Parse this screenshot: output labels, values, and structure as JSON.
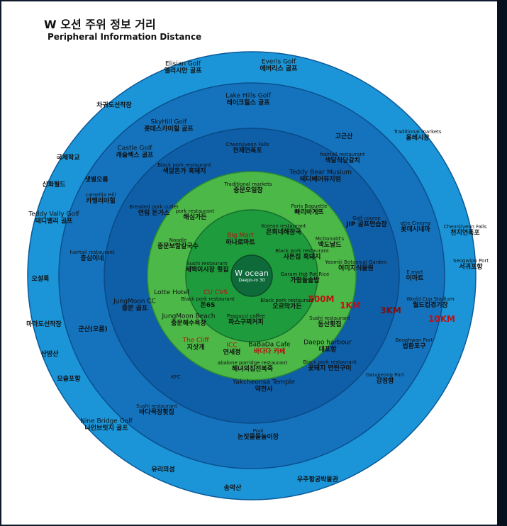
{
  "title": {
    "korean": "W 오션 주위 정보 거리",
    "english": "Peripheral Information Distance"
  },
  "center": {
    "name": "W ocean",
    "address": "Daepo-ro 30"
  },
  "colors": {
    "ring_10km": "#1b95d8",
    "ring_3km": "#1573bd",
    "ring_1km": "#0e5ea8",
    "ring_500m": "#4cb848",
    "core": "#1e9b3c",
    "center": "#0f6a3a",
    "distance_label": "#c01010",
    "red_label": "#b80f0f"
  },
  "distances": {
    "d500": "500M",
    "d1km": "1KM",
    "d3km": "3KM",
    "d10km": "10KM"
  },
  "places": {
    "p01": {
      "en": "Elisian Golf",
      "kr": "엘리시안 골프"
    },
    "p02": {
      "en": "Everis Golf",
      "kr": "에버리스 골프"
    },
    "p03": {
      "en": "",
      "kr": "차귀도선착장"
    },
    "p04": {
      "en": "Lake Hills Golf",
      "kr": "레이크힐스 골프"
    },
    "p05": {
      "en": "SkyHill Golf",
      "kr": "롯데스카이힐 골프"
    },
    "p06": {
      "en": "Traditional markets",
      "kr": "올레시장"
    },
    "p07": {
      "en": "",
      "kr": "고근산"
    },
    "p08": {
      "en": "Castle Golf",
      "kr": "캐슬렉스 골프"
    },
    "p09": {
      "en": "Cheonjiyeon Falls",
      "kr": "천제연폭포"
    },
    "p10": {
      "en": "hairtail restaurant",
      "kr": "색달식당갈치"
    },
    "p11": {
      "en": "",
      "kr": "국제학교"
    },
    "p12": {
      "en": "Black pork restaurant",
      "kr": "색달돈가 흑돼지"
    },
    "p13": {
      "en": "Teddy Bear Musium",
      "kr": "테디베어뮤지엄"
    },
    "p14": {
      "en": "",
      "kr": "샛별오름"
    },
    "p15": {
      "en": "",
      "kr": "신화월드"
    },
    "p16": {
      "en": "camellia Hill",
      "kr": "카멜리아힐"
    },
    "p17": {
      "en": "Traditional markets",
      "kr": "중문오일장"
    },
    "p18": {
      "en": "Breaded pork cutlet",
      "kr": "연림 돈가스"
    },
    "p19": {
      "en": "Paris Baguette",
      "kr": "빠리바게뜨"
    },
    "p20": {
      "en": "Teddy Vally Golf",
      "kr": "테디밸리 골프"
    },
    "p21": {
      "en": "pork restaurant",
      "kr": "해심가든"
    },
    "p22": {
      "en": "Golf course",
      "kr": "JIP 골프연습장"
    },
    "p23": {
      "en": "Korean restaurant",
      "kr": "은희네해장국"
    },
    "p24": {
      "en": "otte Cinema",
      "kr": "롯데시네마"
    },
    "p25": {
      "en": "Cheonjiyeon Falls",
      "kr": "천지연폭포"
    },
    "p26": {
      "en": "Big Mart",
      "kr": "하나로마트"
    },
    "p27": {
      "en": "Noodle",
      "kr": "중문보말칼국수"
    },
    "p28": {
      "en": "McDonald's",
      "kr": "맥도날드"
    },
    "p29": {
      "en": "hairtail restaurant",
      "kr": "충심이네"
    },
    "p30": {
      "en": "Black pork restaurant",
      "kr": "사돈집 흑돼지"
    },
    "p31": {
      "en": "Seogwipo Port",
      "kr": "서귀포항"
    },
    "p32": {
      "en": "Yeomiji Botanical Garden",
      "kr": "여미지식물원"
    },
    "p33": {
      "en": "Sushi restaurant",
      "kr": "세벽이시장 횟집"
    },
    "p34": {
      "en": "Garam Hot Pot Rice",
      "kr": "가람돌솥밥"
    },
    "p35": {
      "en": "E mart",
      "kr": "이마트"
    },
    "p36": {
      "en": "",
      "kr": "오설록"
    },
    "p37": {
      "en": "Lotte Hotel",
      "kr": ""
    },
    "p38": {
      "en": "CU CVS",
      "kr": ""
    },
    "p39": {
      "en": "JungMoon CC",
      "kr": "중문 골프"
    },
    "p40": {
      "en": "Black pork restaurant",
      "kr": "돈6S"
    },
    "p41": {
      "en": "Black pork restaurant",
      "kr": "오르막가든"
    },
    "p42": {
      "en": "World Cup Stadium",
      "kr": "월드컵경기장"
    },
    "p43": {
      "en": "",
      "kr": "마라도선착장"
    },
    "p44": {
      "en": "JungMoon Beach",
      "kr": "중문해수욕장"
    },
    "p45": {
      "en": "Pasgucci coffee",
      "kr": "파스구찌커피"
    },
    "p46": {
      "en": "Sushi restaurant",
      "kr": "동산횟집"
    },
    "p47": {
      "en": "",
      "kr": "군산(오름)"
    },
    "p48": {
      "en": "The Cliff",
      "kr": "지삿개"
    },
    "p49": {
      "en": "Beophwan Port",
      "kr": "법환포구"
    },
    "p50": {
      "en": "ICC",
      "kr": "연세정"
    },
    "p51": {
      "en": "BaBaDa Cafe",
      "kr": "바다다 카페"
    },
    "p52": {
      "en": "Daepo harbour",
      "kr": "대포항"
    },
    "p53": {
      "en": "",
      "kr": "산방산"
    },
    "p54": {
      "en": "abalone porridge restaurant",
      "kr": "해녀의집전복죽"
    },
    "p55": {
      "en": "Black pork restaurant",
      "kr": "꽃돼지 연탄구이"
    },
    "p56": {
      "en": "KFC",
      "kr": ""
    },
    "p57": {
      "en": "Gangjeong Port",
      "kr": "강정항"
    },
    "p58": {
      "en": "",
      "kr": "모슬포항"
    },
    "p59": {
      "en": "Yakcheonsa Temple",
      "kr": "약천사"
    },
    "p60": {
      "en": "Sushi restaurant",
      "kr": "바다목장횟집"
    },
    "p61": {
      "en": "Nine Bridge Golf",
      "kr": "나인브릿지 골프"
    },
    "p62": {
      "en": "Pool",
      "kr": "논짓물물놀이장"
    },
    "p63": {
      "en": "",
      "kr": "유리의성"
    },
    "p64": {
      "en": "",
      "kr": "우주항공박물관"
    },
    "p65": {
      "en": "",
      "kr": "송악산"
    }
  }
}
